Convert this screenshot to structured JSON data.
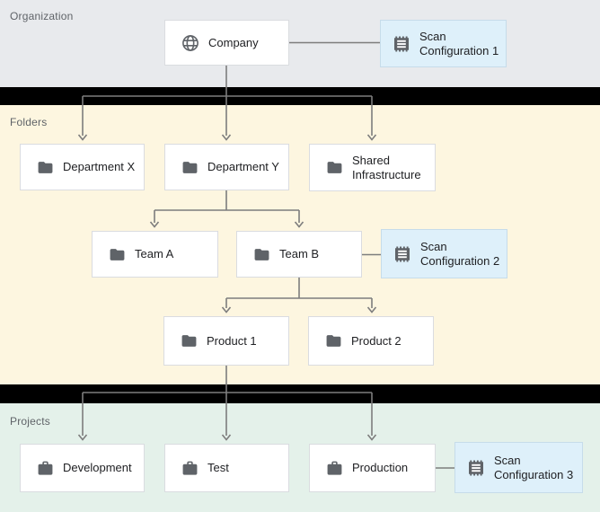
{
  "sections": {
    "organization": {
      "label": "Organization"
    },
    "folders": {
      "label": "Folders"
    },
    "projects": {
      "label": "Projects"
    }
  },
  "nodes": {
    "company": {
      "label": "Company",
      "icon": "globe",
      "type": "organization"
    },
    "scan_config_1": {
      "label": "Scan Configuration 1",
      "icon": "scan-config",
      "type": "scan-configuration",
      "attached_to": "Company"
    },
    "department_x": {
      "label": "Department X",
      "icon": "folder",
      "type": "folder"
    },
    "department_y": {
      "label": "Department Y",
      "icon": "folder",
      "type": "folder"
    },
    "shared_infrastructure": {
      "label": "Shared Infrastructure",
      "icon": "folder",
      "type": "folder"
    },
    "team_a": {
      "label": "Team A",
      "icon": "folder",
      "type": "folder"
    },
    "team_b": {
      "label": "Team B",
      "icon": "folder",
      "type": "folder"
    },
    "scan_config_2": {
      "label": "Scan Configuration 2",
      "icon": "scan-config",
      "type": "scan-configuration",
      "attached_to": "Team B"
    },
    "product_1": {
      "label": "Product 1",
      "icon": "folder",
      "type": "folder"
    },
    "product_2": {
      "label": "Product 2",
      "icon": "folder",
      "type": "folder"
    },
    "development": {
      "label": "Development",
      "icon": "briefcase",
      "type": "project"
    },
    "test": {
      "label": "Test",
      "icon": "briefcase",
      "type": "project"
    },
    "production": {
      "label": "Production",
      "icon": "briefcase",
      "type": "project"
    },
    "scan_config_3": {
      "label": "Scan Configuration 3",
      "icon": "scan-config",
      "type": "scan-configuration",
      "attached_to": "Production"
    }
  },
  "edges": [
    {
      "from": "Company",
      "to": "Department X",
      "style": "arrow"
    },
    {
      "from": "Company",
      "to": "Department Y",
      "style": "arrow"
    },
    {
      "from": "Company",
      "to": "Shared Infrastructure",
      "style": "arrow"
    },
    {
      "from": "Department Y",
      "to": "Team A",
      "style": "arrow"
    },
    {
      "from": "Department Y",
      "to": "Team B",
      "style": "arrow"
    },
    {
      "from": "Team B",
      "to": "Product 1",
      "style": "arrow"
    },
    {
      "from": "Team B",
      "to": "Product 2",
      "style": "arrow"
    },
    {
      "from": "Product 1",
      "to": "Development",
      "style": "arrow"
    },
    {
      "from": "Product 1",
      "to": "Test",
      "style": "arrow"
    },
    {
      "from": "Product 1",
      "to": "Production",
      "style": "arrow"
    },
    {
      "from": "Company",
      "to": "Scan Configuration 1",
      "style": "plain"
    },
    {
      "from": "Team B",
      "to": "Scan Configuration 2",
      "style": "plain"
    },
    {
      "from": "Production",
      "to": "Scan Configuration 3",
      "style": "plain"
    }
  ],
  "colors": {
    "organization_bg": "#e8eaed",
    "folders_bg": "#fdf6e0",
    "projects_bg": "#e4f1ea",
    "divider": "#000000",
    "node_bg": "#ffffff",
    "node_border": "#dadce0",
    "scan_bg": "#def0fa",
    "scan_border": "#c6dcea",
    "connector": "#7d7d7d",
    "icon": "#5f6368",
    "label_text": "#202124",
    "section_label_text": "#5f6368"
  }
}
